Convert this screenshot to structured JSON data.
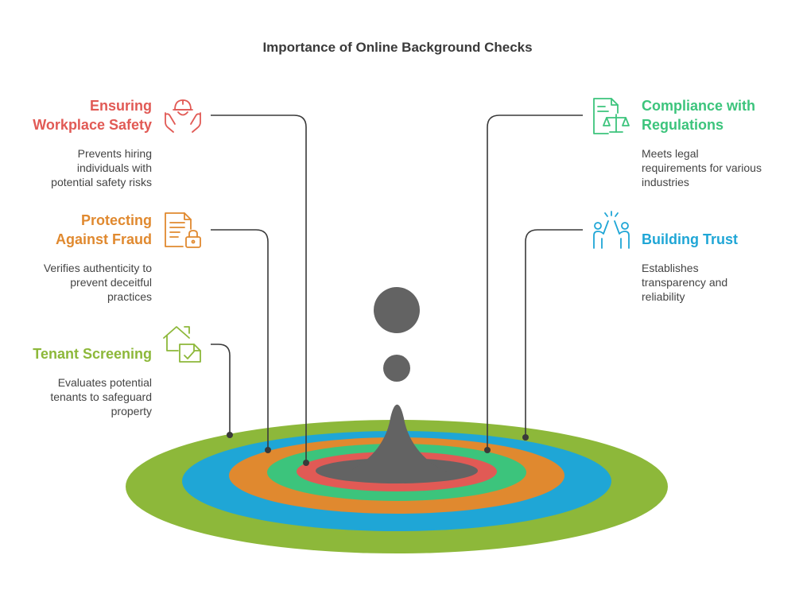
{
  "title": "Importance of Online Background Checks",
  "colors": {
    "red": "#E15A55",
    "orange": "#E0892F",
    "green_yellow": "#8DB83A",
    "green": "#3CC47C",
    "blue": "#1FA6D6",
    "drop": "#636363",
    "line": "#3a3a3a"
  },
  "items": {
    "workplace_safety": {
      "heading_line1": "Ensuring",
      "heading_line2": "Workplace Safety",
      "desc_line1": "Prevents hiring",
      "desc_line2": "individuals with",
      "desc_line3": "potential safety risks",
      "icon": "hands-hardhat-icon"
    },
    "fraud": {
      "heading_line1": "Protecting",
      "heading_line2": "Against Fraud",
      "desc_line1": "Verifies authenticity to",
      "desc_line2": "prevent deceitful",
      "desc_line3": "practices",
      "icon": "document-lock-icon"
    },
    "tenant": {
      "heading_line1": "Tenant Screening",
      "desc_line1": "Evaluates potential",
      "desc_line2": "tenants to safeguard",
      "desc_line3": "property",
      "icon": "house-document-check-icon"
    },
    "compliance": {
      "heading_line1": "Compliance with",
      "heading_line2": "Regulations",
      "desc_line1": "Meets legal",
      "desc_line2": "requirements for various",
      "desc_line3": "industries",
      "icon": "document-scales-icon"
    },
    "trust": {
      "heading_line1": "Building Trust",
      "desc_line1": "Establishes",
      "desc_line2": "transparency and",
      "desc_line3": "reliability",
      "icon": "high-five-icon"
    }
  }
}
